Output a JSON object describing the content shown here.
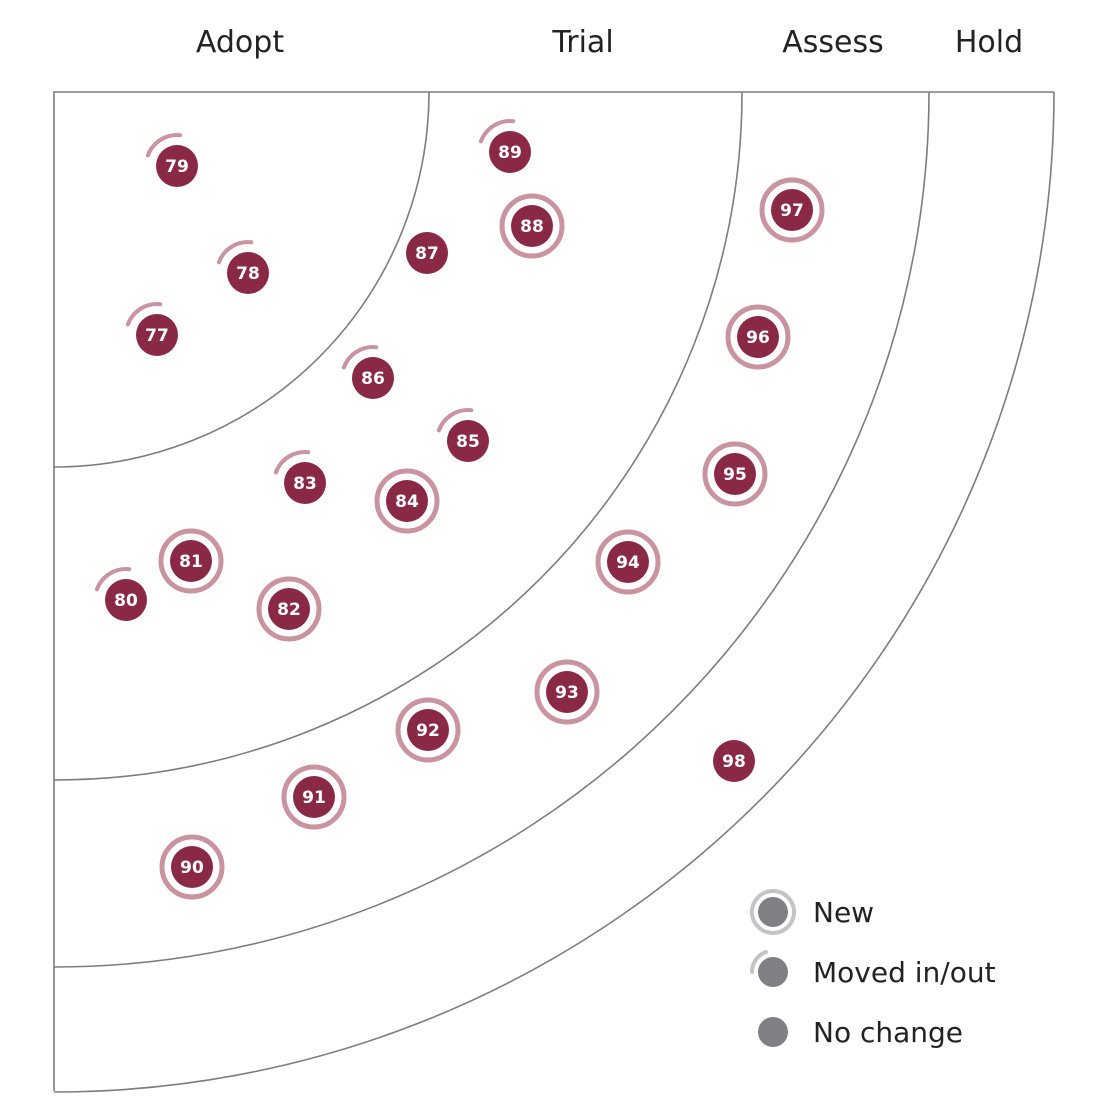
{
  "rings": [
    {
      "name": "Adopt"
    },
    {
      "name": "Trial"
    },
    {
      "name": "Assess"
    },
    {
      "name": "Hold"
    }
  ],
  "colors": {
    "blip": "#8a2946",
    "new_ring": "#c9939f",
    "legend_dot": "#7f7f84",
    "legend_ring": "#c4c4c8",
    "moved_arc_legend": "#c9939f",
    "lines": "#7d7d7d"
  },
  "blips": [
    {
      "id": "77",
      "ring": "Adopt",
      "status": "moved"
    },
    {
      "id": "78",
      "ring": "Adopt",
      "status": "moved"
    },
    {
      "id": "79",
      "ring": "Adopt",
      "status": "moved"
    },
    {
      "id": "80",
      "ring": "Trial",
      "status": "moved"
    },
    {
      "id": "81",
      "ring": "Trial",
      "status": "new"
    },
    {
      "id": "82",
      "ring": "Trial",
      "status": "new"
    },
    {
      "id": "83",
      "ring": "Trial",
      "status": "moved"
    },
    {
      "id": "84",
      "ring": "Trial",
      "status": "new"
    },
    {
      "id": "85",
      "ring": "Trial",
      "status": "moved"
    },
    {
      "id": "86",
      "ring": "Trial",
      "status": "moved"
    },
    {
      "id": "87",
      "ring": "Trial",
      "status": "none"
    },
    {
      "id": "88",
      "ring": "Trial",
      "status": "new"
    },
    {
      "id": "89",
      "ring": "Trial",
      "status": "moved"
    },
    {
      "id": "90",
      "ring": "Assess",
      "status": "new"
    },
    {
      "id": "91",
      "ring": "Assess",
      "status": "new"
    },
    {
      "id": "92",
      "ring": "Assess",
      "status": "new"
    },
    {
      "id": "93",
      "ring": "Assess",
      "status": "new"
    },
    {
      "id": "94",
      "ring": "Assess",
      "status": "new"
    },
    {
      "id": "95",
      "ring": "Assess",
      "status": "new"
    },
    {
      "id": "96",
      "ring": "Assess",
      "status": "new"
    },
    {
      "id": "97",
      "ring": "Assess",
      "status": "new"
    },
    {
      "id": "98",
      "ring": "Hold",
      "status": "none"
    }
  ],
  "legend": {
    "new": "New",
    "moved": "Moved in/out",
    "none": "No change"
  }
}
